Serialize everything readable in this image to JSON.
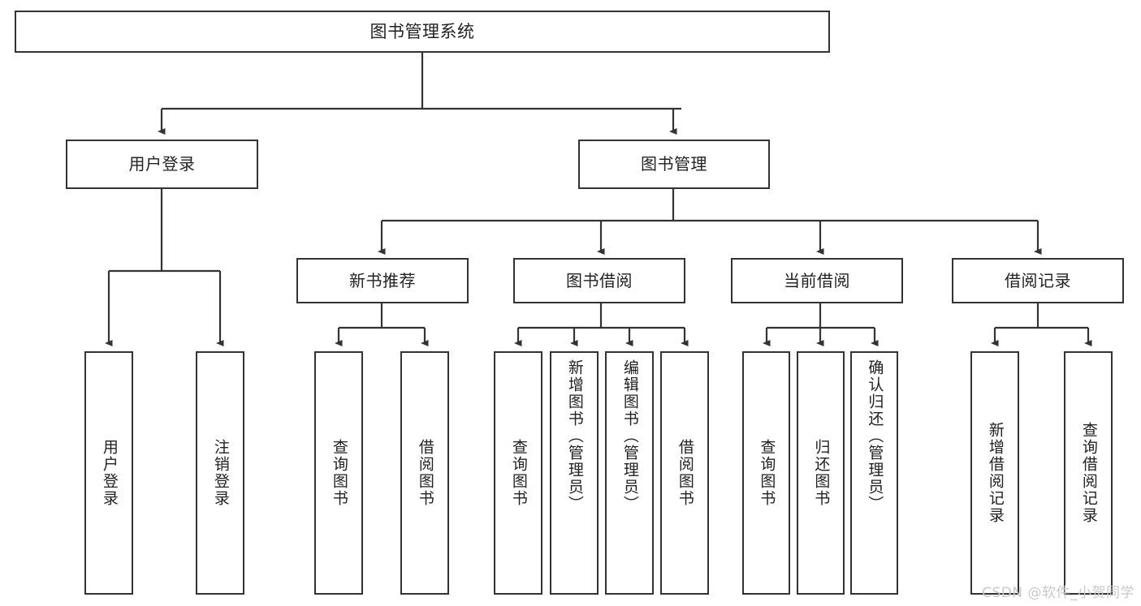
{
  "diagram": {
    "type": "tree-hierarchy",
    "title": "图书管理系统",
    "watermark": "CSDN @软件_小贺同学",
    "colors": {
      "stroke": "#333333",
      "fill": "#ffffff",
      "text": "#222222",
      "watermark": "#c9c9c9"
    },
    "levels": {
      "root": {
        "label": "图书管理系统"
      },
      "level2": [
        {
          "label": "用户登录"
        },
        {
          "label": "图书管理"
        }
      ],
      "level3": [
        {
          "label": "新书推荐"
        },
        {
          "label": "图书借阅"
        },
        {
          "label": "当前借阅"
        },
        {
          "label": "借阅记录"
        }
      ],
      "leaves": [
        {
          "label": "用户登录",
          "parent": "用户登录"
        },
        {
          "label": "注销登录",
          "parent": "用户登录"
        },
        {
          "label": "查询图书",
          "parent": "新书推荐"
        },
        {
          "label": "借阅图书",
          "parent": "新书推荐"
        },
        {
          "label": "查询图书",
          "parent": "图书借阅"
        },
        {
          "label": "新增图书（管理员）",
          "parent": "图书借阅"
        },
        {
          "label": "编辑图书（管理员）",
          "parent": "图书借阅"
        },
        {
          "label": "借阅图书",
          "parent": "图书借阅"
        },
        {
          "label": "查询图书",
          "parent": "当前借阅"
        },
        {
          "label": "归还图书",
          "parent": "当前借阅"
        },
        {
          "label": "确认归还（管理员）",
          "parent": "当前借阅"
        },
        {
          "label": "新增借阅记录",
          "parent": "借阅记录"
        },
        {
          "label": "查询借阅记录",
          "parent": "借阅记录"
        }
      ]
    }
  }
}
